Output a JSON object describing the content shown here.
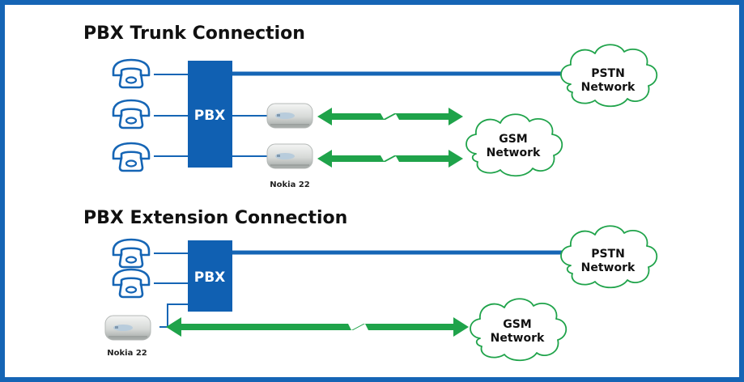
{
  "colors": {
    "frame": "#1565b5",
    "pbx_fill": "#1060b2",
    "link_blue": "#1565b5",
    "arrow_green": "#1fa34a"
  },
  "icons": [
    "telephone-icon",
    "nokia-22-terminal-icon",
    "cloud-icon",
    "radio-link-arrow-icon"
  ],
  "sections": [
    {
      "title": "PBX Trunk Connection",
      "pbx_label": "PBX",
      "pstn": {
        "line1": "PSTN",
        "line2": "Network"
      },
      "gsm": {
        "line1": "GSM",
        "line2": "Network"
      },
      "device_label": "Nokia 22"
    },
    {
      "title": "PBX Extension Connection",
      "pbx_label": "PBX",
      "pstn": {
        "line1": "PSTN",
        "line2": "Network"
      },
      "gsm": {
        "line1": "GSM",
        "line2": "Network"
      },
      "device_label": "Nokia 22"
    }
  ]
}
